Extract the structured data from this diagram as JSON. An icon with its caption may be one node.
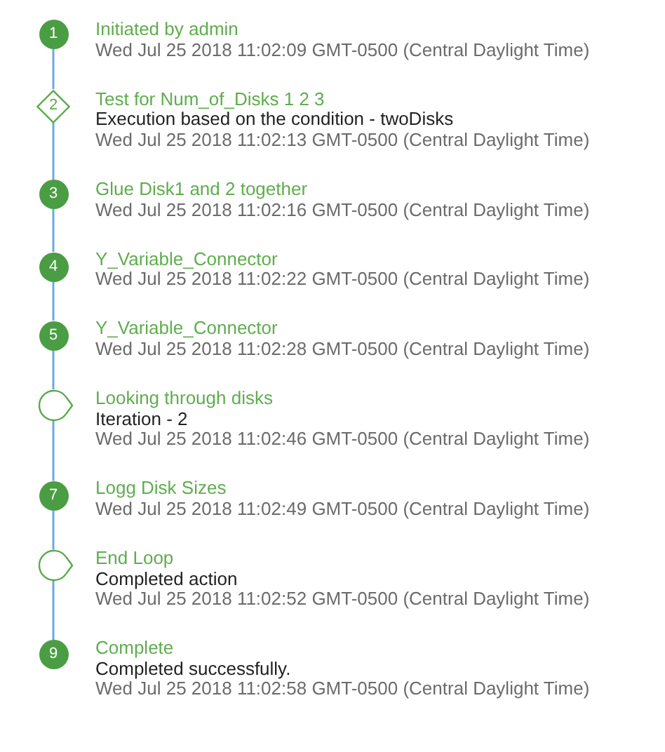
{
  "diagram": {
    "nodes": [
      {
        "text": [
          "1"
        ],
        "beside": [
          "Initiated by admin",
          "Wed Jul 25 2018 11:02:09 GMT-0500 (Central Daylight Time)"
        ]
      },
      {
        "text": [
          "2"
        ],
        "beside": [
          "Test for Num_of_Disks 1 2 3",
          "Execution based on the condition - twoDisks",
          "Wed Jul 25 2018 11:02:13 GMT-0500 (Central Daylight Time)"
        ]
      },
      {
        "text": [
          "3"
        ],
        "beside": [
          "Glue Disk1 and 2 together",
          "Wed Jul 25 2018 11:02:16 GMT-0500 (Central Daylight Time)"
        ]
      },
      {
        "text": [
          "4"
        ],
        "beside": [
          "Y_Variable_Connector",
          "Wed Jul 25 2018 11:02:22 GMT-0500 (Central Daylight Time)"
        ]
      },
      {
        "text": [
          "5"
        ],
        "beside": [
          "Y_Variable_Connector",
          "Wed Jul 25 2018 11:02:28 GMT-0500 (Central Daylight Time)"
        ]
      },
      {
        "text": [],
        "shape": "teardrop",
        "beside": [
          "Looking through disks",
          "Iteration - 2",
          "Wed Jul 25 2018 11:02:46 GMT-0500 (Central Daylight Time)"
        ]
      },
      {
        "text": [
          "7"
        ],
        "beside": [
          "Logg Disk Sizes",
          "Wed Jul 25 2018 11:02:49 GMT-0500 (Central Daylight Time)"
        ]
      },
      {
        "text": [],
        "shape": "teardrop",
        "beside": [
          "End Loop",
          "Completed action",
          "Wed Jul 25 2018 11:02:52 GMT-0500 (Central Daylight Time)"
        ]
      },
      {
        "text": [
          "9"
        ],
        "beside": [
          "Complete",
          "Completed successfully.",
          "Wed Jul 25 2018 11:02:58 GMT-0500 (Central Daylight Time)"
        ]
      }
    ],
    "edges": [
      {
        "from": 0,
        "to": 1,
        "arrow": "none"
      },
      {
        "from": 1,
        "to": 2,
        "arrow": "none"
      },
      {
        "from": 2,
        "to": 3,
        "arrow": "none"
      },
      {
        "from": 3,
        "to": 4,
        "arrow": "none"
      },
      {
        "from": 4,
        "to": 5,
        "arrow": "none"
      },
      {
        "from": 5,
        "to": 6,
        "arrow": "none"
      },
      {
        "from": 6,
        "to": 7,
        "arrow": "none"
      },
      {
        "from": 7,
        "to": 8,
        "arrow": "none"
      }
    ]
  }
}
